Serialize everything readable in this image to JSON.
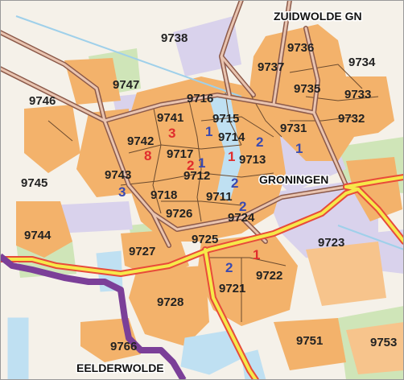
{
  "colors": {
    "background": "#f5f1e9",
    "urban": "#f3b26b",
    "urban_light": "#f7c48c",
    "industrial": "#d9d2ec",
    "green": "#cfe5b8",
    "water": "#bfe0f2",
    "road_casing": "#8c5a4a",
    "road_fill": "#e9c4b0",
    "highway_edge": "#e84b3a",
    "highway_fill": "#f6e84a",
    "border": "#7b3f98",
    "district_line": "#6b4a2e",
    "count_red": "#e02d2d",
    "count_blue": "#3a4ab0"
  },
  "places": [
    {
      "name": "ZUIDWOLDE GN"
    },
    {
      "name": "GRONINGEN"
    },
    {
      "name": "EELDERWOLDE"
    }
  ],
  "postcodes": [
    {
      "code": "9738"
    },
    {
      "code": "9736"
    },
    {
      "code": "9734"
    },
    {
      "code": "9737"
    },
    {
      "code": "9747"
    },
    {
      "code": "9735"
    },
    {
      "code": "9733"
    },
    {
      "code": "9746"
    },
    {
      "code": "9716"
    },
    {
      "code": "9741"
    },
    {
      "code": "9715"
    },
    {
      "code": "9732"
    },
    {
      "code": "9731"
    },
    {
      "code": "9714"
    },
    {
      "code": "9742"
    },
    {
      "code": "9717"
    },
    {
      "code": "9713"
    },
    {
      "code": "9743"
    },
    {
      "code": "9712"
    },
    {
      "code": "9745"
    },
    {
      "code": "9718"
    },
    {
      "code": "9711"
    },
    {
      "code": "9726"
    },
    {
      "code": "9724"
    },
    {
      "code": "9744"
    },
    {
      "code": "9723"
    },
    {
      "code": "9725"
    },
    {
      "code": "9727"
    },
    {
      "code": "9722"
    },
    {
      "code": "9721"
    },
    {
      "code": "9728"
    },
    {
      "code": "9766"
    },
    {
      "code": "9751"
    },
    {
      "code": "9753"
    }
  ],
  "counts": [
    {
      "value": "3",
      "color": "red"
    },
    {
      "value": "1",
      "color": "blue"
    },
    {
      "value": "2",
      "color": "blue"
    },
    {
      "value": "1",
      "color": "blue"
    },
    {
      "value": "8",
      "color": "red"
    },
    {
      "value": "1",
      "color": "red"
    },
    {
      "value": "2",
      "color": "red"
    },
    {
      "value": "1",
      "color": "blue"
    },
    {
      "value": "3",
      "color": "blue"
    },
    {
      "value": "2",
      "color": "blue"
    },
    {
      "value": "2",
      "color": "blue"
    },
    {
      "value": "1",
      "color": "red"
    },
    {
      "value": "2",
      "color": "blue"
    }
  ]
}
